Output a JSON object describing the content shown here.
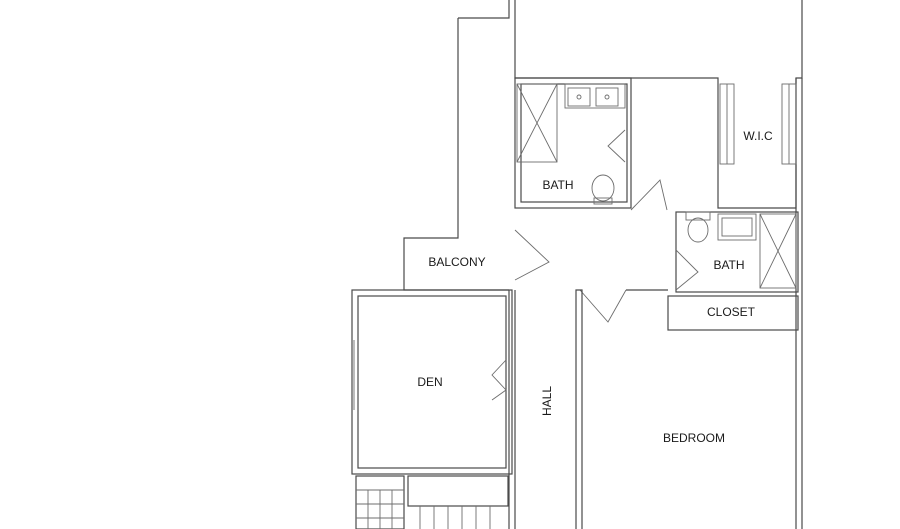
{
  "rooms": {
    "balcony": "BALCONY",
    "bath_upper": "BATH",
    "wic": "W.I.C",
    "bath_right": "BATH",
    "closet": "CLOSET",
    "den": "DEN",
    "hall": "HALL",
    "bedroom": "BEDROOM"
  },
  "colors": {
    "line": "#4a4a4a",
    "background": "#ffffff"
  }
}
